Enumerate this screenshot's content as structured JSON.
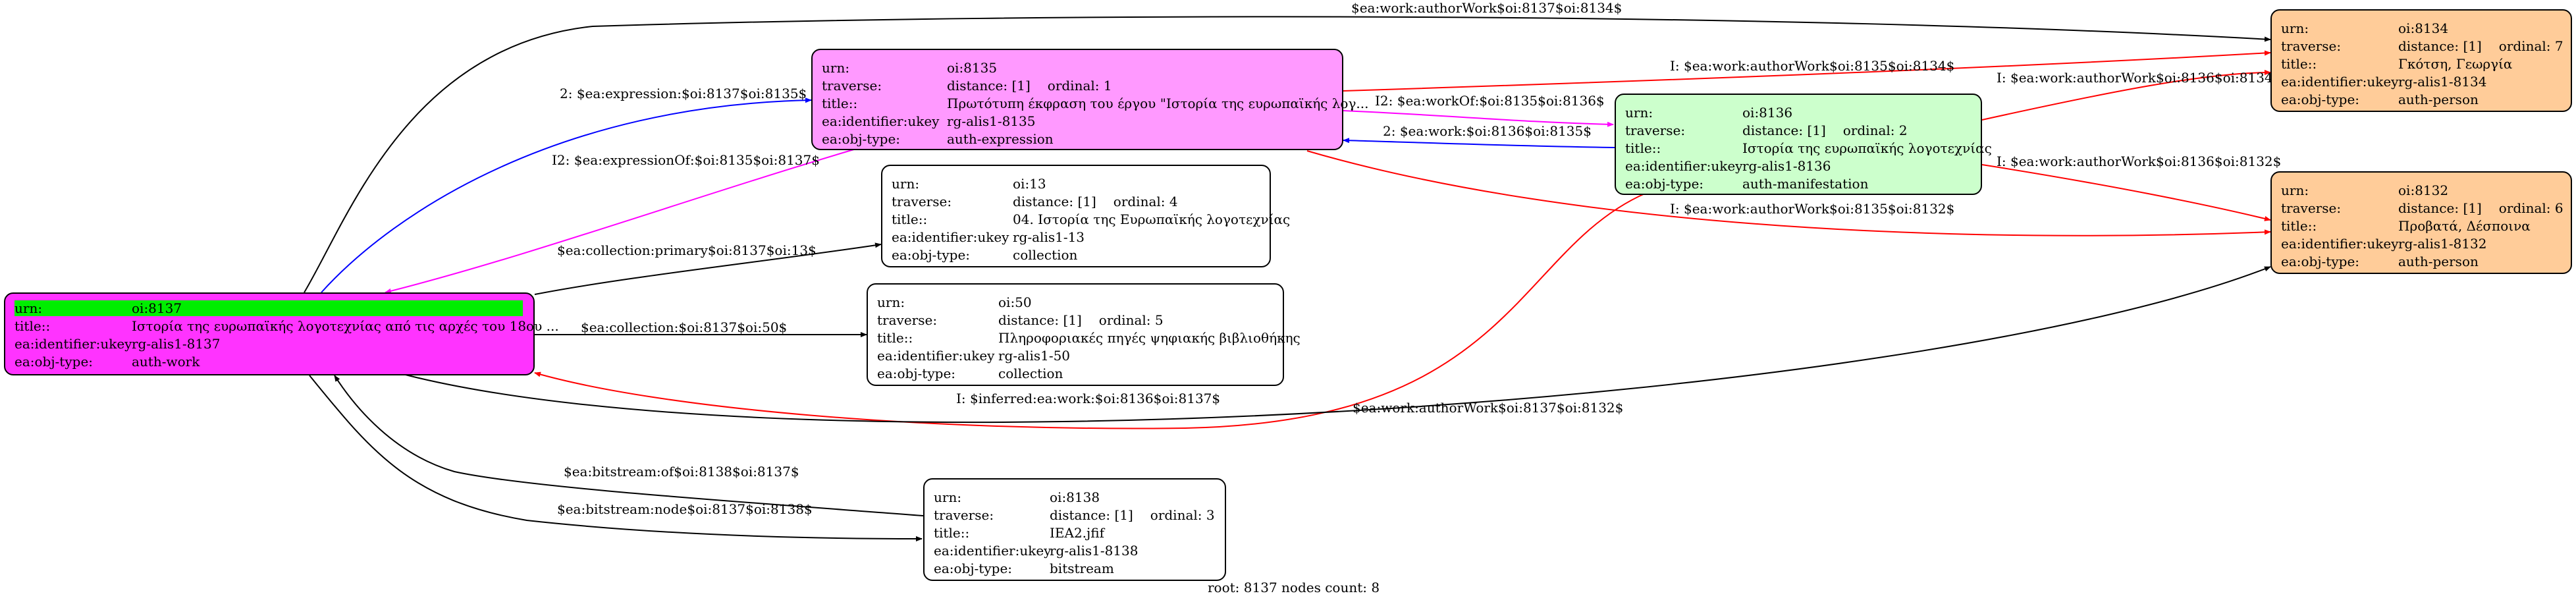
{
  "colors": {
    "root": "#ff33ff",
    "expression": "#ff99ff",
    "manifestation": "#ccffcc",
    "person": "#ffcc99",
    "plain": "#ffffff",
    "root_urn_highlight": "#00ee00",
    "edge_black": "#000000",
    "edge_red": "#ff0000",
    "edge_blue": "#0000ff",
    "edge_magenta": "#ff00ff"
  },
  "nodes": {
    "n8137": {
      "urn_key": "urn:",
      "urn": "oi:8137",
      "rows": [
        {
          "key": "title::",
          "value": "Ιστορία της ευρωπαϊκής λογοτεχνίας από τις αρχές του 18ου ..."
        },
        {
          "key": "ea:identifier:ukey",
          "value": "rg-alis1-8137"
        },
        {
          "key": "ea:obj-type:",
          "value": "auth-work"
        }
      ]
    },
    "n8135": {
      "rows": [
        {
          "key": "urn:",
          "value": "oi:8135"
        },
        {
          "key": "traverse:",
          "value": "distance: [1]",
          "ordinal": "ordinal: 1"
        },
        {
          "key": "title::",
          "value": "Πρωτότυπη έκφραση του έργου \"Ιστορία της ευρωπαϊκής λογ..."
        },
        {
          "key": "ea:identifier:ukey",
          "value": "rg-alis1-8135"
        },
        {
          "key": "ea:obj-type:",
          "value": "auth-expression"
        }
      ]
    },
    "n13": {
      "rows": [
        {
          "key": "urn:",
          "value": "oi:13"
        },
        {
          "key": "traverse:",
          "value": "distance: [1]",
          "ordinal": "ordinal: 4"
        },
        {
          "key": "title::",
          "value": "04. Ιστορία της Ευρωπαϊκής λογοτεχνίας"
        },
        {
          "key": "ea:identifier:ukey",
          "value": "rg-alis1-13"
        },
        {
          "key": "ea:obj-type:",
          "value": "collection"
        }
      ]
    },
    "n50": {
      "rows": [
        {
          "key": "urn:",
          "value": "oi:50"
        },
        {
          "key": "traverse:",
          "value": "distance: [1]",
          "ordinal": "ordinal: 5"
        },
        {
          "key": "title::",
          "value": "Πληροφοριακές πηγές ψηφιακής βιβλιοθήκης"
        },
        {
          "key": "ea:identifier:ukey",
          "value": "rg-alis1-50"
        },
        {
          "key": "ea:obj-type:",
          "value": "collection"
        }
      ]
    },
    "n8138": {
      "rows": [
        {
          "key": "urn:",
          "value": "oi:8138"
        },
        {
          "key": "traverse:",
          "value": "distance: [1]",
          "ordinal": "ordinal: 3"
        },
        {
          "key": "title::",
          "value": "IEA2.jfif"
        },
        {
          "key": "ea:identifier:ukey",
          "value": "rg-alis1-8138"
        },
        {
          "key": "ea:obj-type:",
          "value": "bitstream"
        }
      ]
    },
    "n8136": {
      "rows": [
        {
          "key": "urn:",
          "value": "oi:8136"
        },
        {
          "key": "traverse:",
          "value": "distance: [1]",
          "ordinal": "ordinal: 2"
        },
        {
          "key": "title::",
          "value": "Ιστορία της ευρωπαϊκής λογοτεχνίας"
        },
        {
          "key": "ea:identifier:ukey",
          "value": "rg-alis1-8136"
        },
        {
          "key": "ea:obj-type:",
          "value": "auth-manifestation"
        }
      ]
    },
    "n8134": {
      "rows": [
        {
          "key": "urn:",
          "value": "oi:8134"
        },
        {
          "key": "traverse:",
          "value": "distance: [1]",
          "ordinal": "ordinal: 7"
        },
        {
          "key": "title::",
          "value": "Γκότση, Γεωργία"
        },
        {
          "key": "ea:identifier:ukey",
          "value": "rg-alis1-8134"
        },
        {
          "key": "ea:obj-type:",
          "value": "auth-person"
        }
      ]
    },
    "n8132": {
      "rows": [
        {
          "key": "urn:",
          "value": "oi:8132"
        },
        {
          "key": "traverse:",
          "value": "distance: [1]",
          "ordinal": "ordinal: 6"
        },
        {
          "key": "title::",
          "value": "Προβατά, Δέσποινα"
        },
        {
          "key": "ea:identifier:ukey",
          "value": "rg-alis1-8132"
        },
        {
          "key": "ea:obj-type:",
          "value": "auth-person"
        }
      ]
    }
  },
  "edges": [
    {
      "id": "e1",
      "label": "$ea:work:authorWork$oi:8137$oi:8134$",
      "color": "black"
    },
    {
      "id": "e2",
      "label": "2: $ea:expression:$oi:8137$oi:8135$",
      "color": "blue"
    },
    {
      "id": "e3",
      "label": "I2: $ea:expressionOf:$oi:8135$oi:8137$",
      "color": "magenta"
    },
    {
      "id": "e4",
      "label": "$ea:collection:primary$oi:8137$oi:13$",
      "color": "black"
    },
    {
      "id": "e5",
      "label": "$ea:collection:$oi:8137$oi:50$",
      "color": "black"
    },
    {
      "id": "e6",
      "label": "I: $inferred:ea:work:$oi:8136$oi:8137$",
      "color": "red"
    },
    {
      "id": "e7",
      "label": "$ea:work:authorWork$oi:8137$oi:8132$",
      "color": "black"
    },
    {
      "id": "e8",
      "label": "$ea:bitstream:of$oi:8138$oi:8137$",
      "color": "black"
    },
    {
      "id": "e9",
      "label": "$ea:bitstream:node$oi:8137$oi:8138$",
      "color": "black"
    },
    {
      "id": "e10",
      "label": "I: $ea:work:authorWork$oi:8135$oi:8134$",
      "color": "red"
    },
    {
      "id": "e11",
      "label": "I2: $ea:workOf:$oi:8135$oi:8136$",
      "color": "magenta"
    },
    {
      "id": "e12",
      "label": "2: $ea:work:$oi:8136$oi:8135$",
      "color": "blue"
    },
    {
      "id": "e13",
      "label": "I: $ea:work:authorWork$oi:8135$oi:8132$",
      "color": "red"
    },
    {
      "id": "e14",
      "label": "I: $ea:work:authorWork$oi:8136$oi:8134$",
      "color": "red"
    },
    {
      "id": "e15",
      "label": "I: $ea:work:authorWork$oi:8136$oi:8132$",
      "color": "red"
    }
  ],
  "footer": "root: 8137 nodes count: 8"
}
